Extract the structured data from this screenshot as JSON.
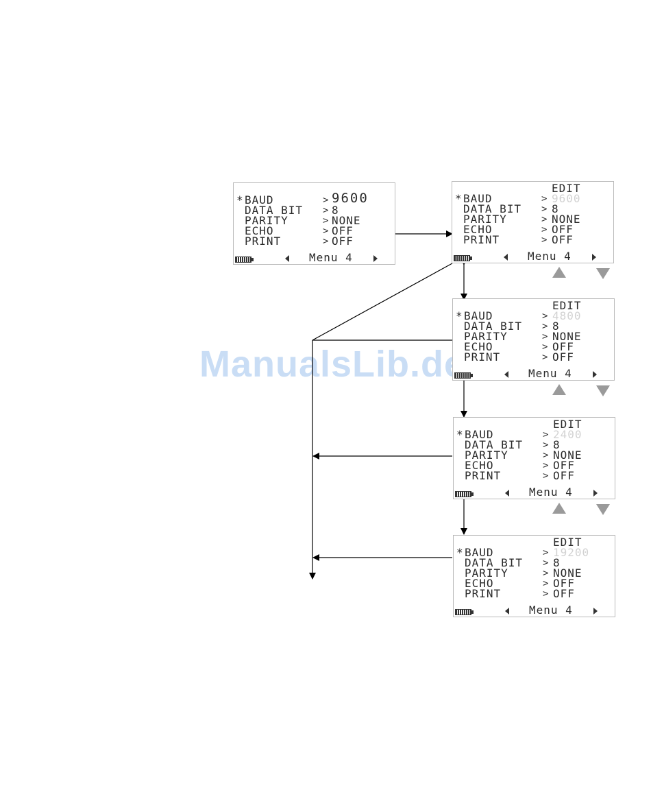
{
  "watermark": "ManualsLib.de",
  "labels": {
    "baud": "BAUD",
    "data_bit": "DATA BIT",
    "parity": "PARITY",
    "echo": "ECHO",
    "print": "PRINT",
    "star": "*",
    "gt": ">",
    "edit": "EDIT",
    "menu": "Menu 4"
  },
  "screens": [
    {
      "id": "view",
      "baud": "9600",
      "data_bit": "8",
      "parity": "NONE",
      "echo": "OFF",
      "print": "OFF",
      "edit": false,
      "baud_dim": false
    },
    {
      "id": "edit1",
      "baud": "9600",
      "data_bit": "8",
      "parity": "NONE",
      "echo": "OFF",
      "print": "OFF",
      "edit": true,
      "baud_dim": true
    },
    {
      "id": "edit2",
      "baud": "4800",
      "data_bit": "8",
      "parity": "NONE",
      "echo": "OFF",
      "print": "OFF",
      "edit": true,
      "baud_dim": true
    },
    {
      "id": "edit3",
      "baud": "2400",
      "data_bit": "8",
      "parity": "NONE",
      "echo": "OFF",
      "print": "OFF",
      "edit": true,
      "baud_dim": true
    },
    {
      "id": "edit4",
      "baud": "19200",
      "data_bit": "8",
      "parity": "NONE",
      "echo": "OFF",
      "print": "OFF",
      "edit": true,
      "baud_dim": true
    }
  ],
  "colors": {
    "line": "#000000",
    "dim_value": "#d2d2d2",
    "key_icon": "#9a9a9a",
    "watermark": "#c9ddf5"
  }
}
